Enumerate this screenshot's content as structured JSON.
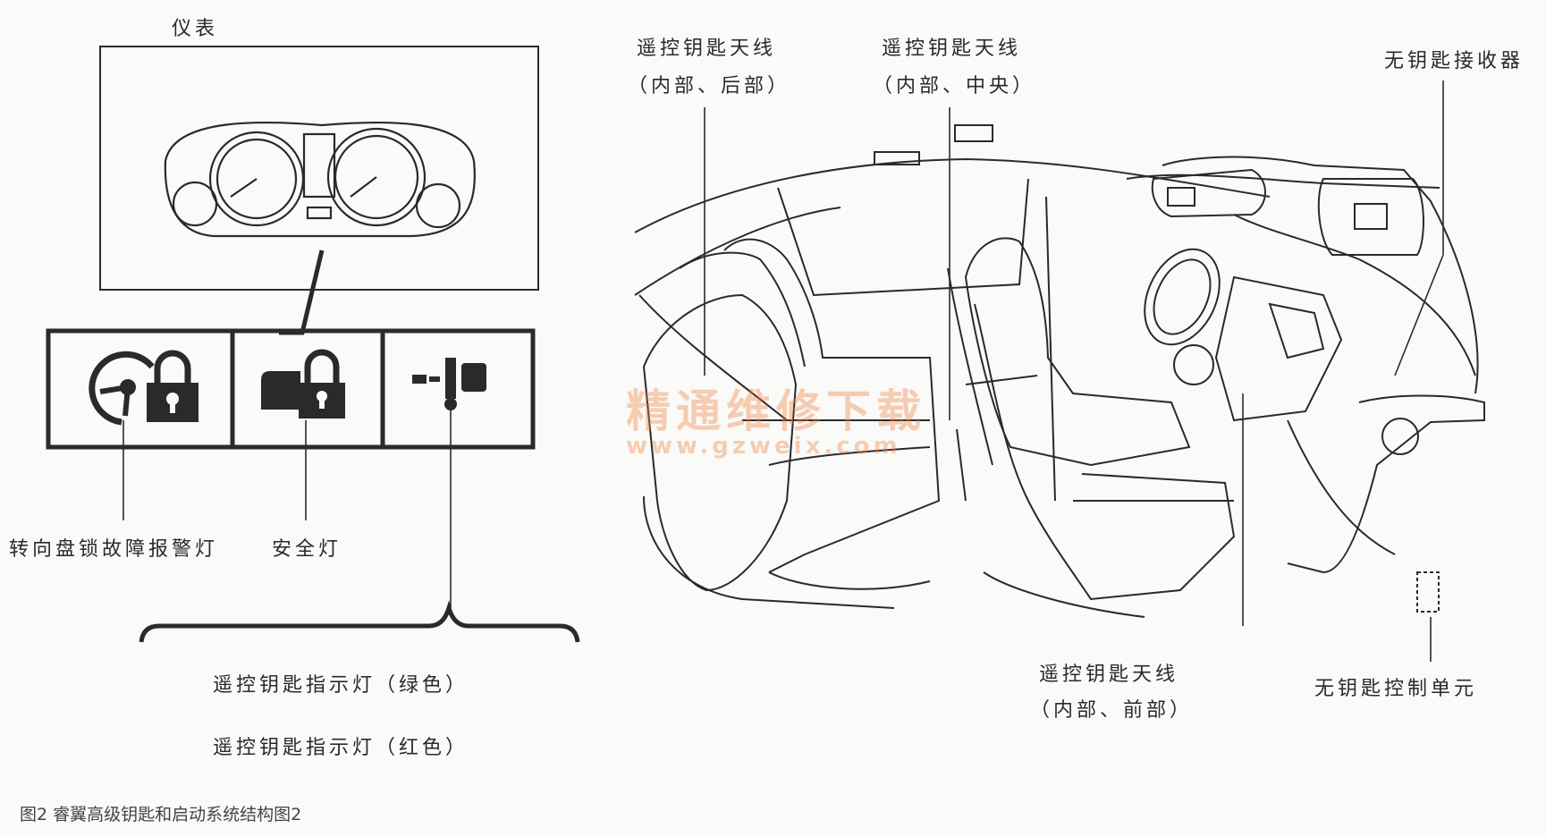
{
  "cluster": {
    "title": "仪表"
  },
  "indicators": {
    "steering_lock_warning": "转向盘锁故障报警灯",
    "security": "安全灯",
    "fob_green": "遥控钥匙指示灯（绿色）",
    "fob_red": "遥控钥匙指示灯（红色）"
  },
  "car": {
    "antenna_rear": [
      "遥控钥匙天线",
      "（内部、后部）"
    ],
    "antenna_center": [
      "遥控钥匙天线",
      "（内部、中央）"
    ],
    "receiver": "无钥匙接收器",
    "antenna_front": [
      "遥控钥匙天线",
      "（内部、前部）"
    ],
    "control_unit": "无钥匙控制单元"
  },
  "caption": "图2 睿翼高级钥匙和启动系统结构图2",
  "watermark": {
    "title": "精通维修下载",
    "url": "www.gzweix.com"
  },
  "colors": {
    "ink": "#2a2a2a",
    "watermark": "#ee823c"
  },
  "icons": [
    "steering-lock-icon",
    "padlock-icon",
    "key-fob-icon"
  ]
}
